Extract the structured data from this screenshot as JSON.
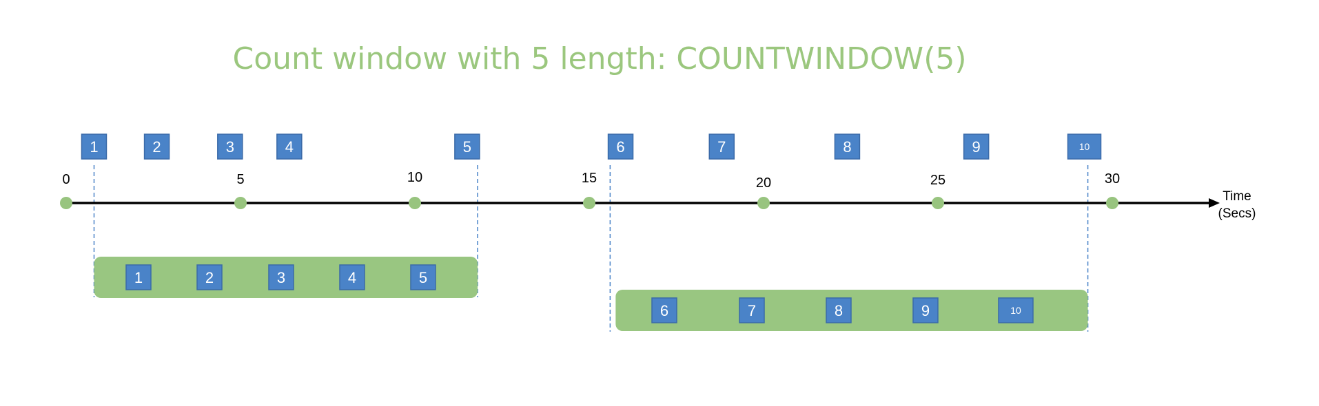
{
  "title": "Count window with 5 length: COUNTWINDOW(5)",
  "axis": {
    "label_line1": "Time",
    "label_line2": "(Secs)",
    "ticks": [
      {
        "label": "0",
        "value": 0
      },
      {
        "label": "5",
        "value": 5
      },
      {
        "label": "10",
        "value": 10
      },
      {
        "label": "15",
        "value": 15
      },
      {
        "label": "20",
        "value": 20
      },
      {
        "label": "25",
        "value": 25
      },
      {
        "label": "30",
        "value": 30
      }
    ]
  },
  "events": [
    {
      "label": "1",
      "time": 0.8
    },
    {
      "label": "2",
      "time": 2.6
    },
    {
      "label": "3",
      "time": 4.7
    },
    {
      "label": "4",
      "time": 6.4
    },
    {
      "label": "5",
      "time": 11.5
    },
    {
      "label": "6",
      "time": 15.9
    },
    {
      "label": "7",
      "time": 18.8
    },
    {
      "label": "8",
      "time": 22.4
    },
    {
      "label": "9",
      "time": 26.1
    },
    {
      "label": "10",
      "time": 29.2
    }
  ],
  "windows": [
    {
      "items": [
        "1",
        "2",
        "3",
        "4",
        "5"
      ],
      "start": 0.8,
      "end": 11.8
    },
    {
      "items": [
        "6",
        "7",
        "8",
        "9",
        "10"
      ],
      "start": 15.6,
      "end": 29.3
    }
  ],
  "colors": {
    "title": "#9bc77e",
    "axis": "#000000",
    "tick_dot": "#98c47f",
    "event_box": "#4a83c8",
    "event_border": "#3a6aa8",
    "window": "#99c681",
    "divider": "#4a83c8"
  }
}
